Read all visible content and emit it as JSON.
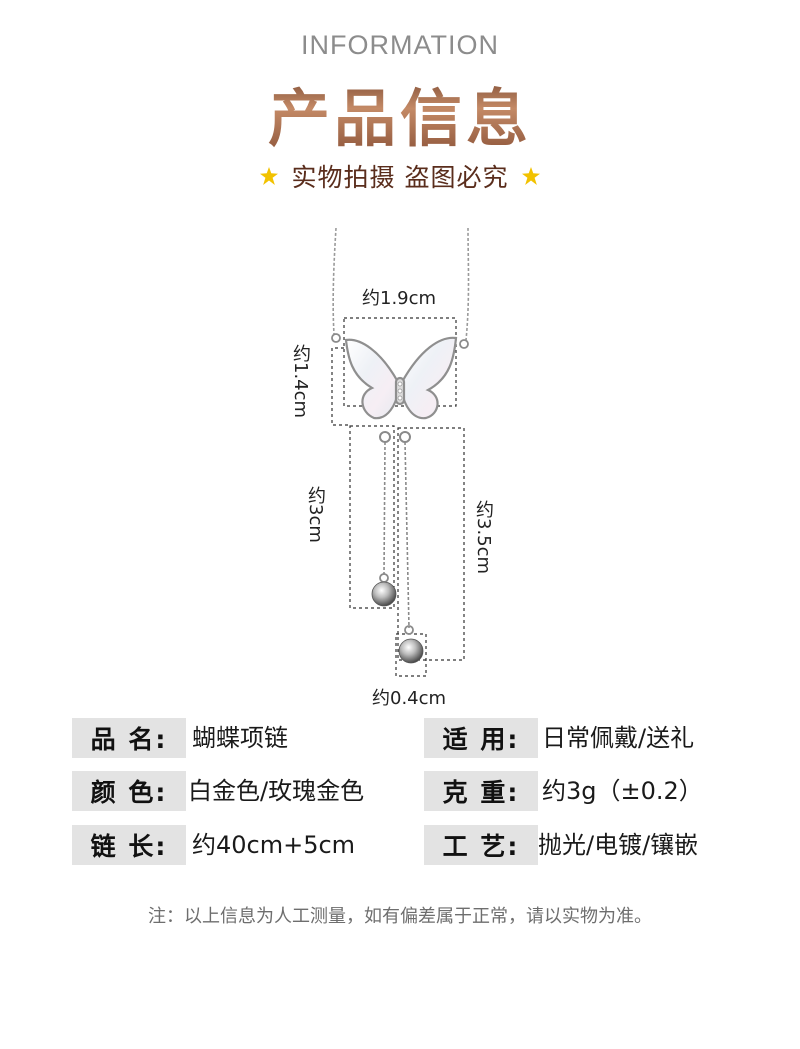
{
  "header": {
    "en_title": "INFORMATION",
    "cn_title": "产品信息",
    "slogan": "实物拍摄 盗图必究"
  },
  "dimensions": {
    "width": "约1.9cm",
    "height": "约1.4cm",
    "left_chain": "约3cm",
    "right_chain": "约3.5cm",
    "bead": "约0.4cm"
  },
  "specs": {
    "name_label": "品 名:",
    "name_value": "蝴蝶项链",
    "usage_label": "适 用:",
    "usage_value": "日常佩戴/送礼",
    "color_label": "颜 色:",
    "color_value": "白金色/玫瑰金色",
    "weight_label": "克 重:",
    "weight_value": "约3g（±0.2）",
    "length_label": "链 长:",
    "length_value": "约40cm+5cm",
    "craft_label": "工 艺:",
    "craft_value": "抛光/电镀/镶嵌"
  },
  "note": "注：以上信息为人工测量，如有偏差属于正常，请以实物为准。",
  "colors": {
    "title_brown": "#8a5238",
    "slogan_brown": "#5a2d1c",
    "star_yellow": "#f2c200",
    "label_bg": "#e3e3e3"
  }
}
